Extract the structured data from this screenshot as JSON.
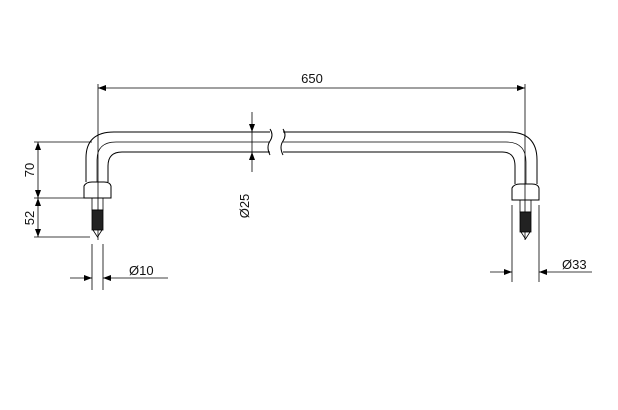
{
  "drawing": {
    "dim_length": "650",
    "dim_pipe_diameter": "Ø25",
    "dim_height_upper": "70",
    "dim_height_lower": "52",
    "dim_thread_diameter": "Ø10",
    "dim_nut_diameter": "Ø33"
  }
}
